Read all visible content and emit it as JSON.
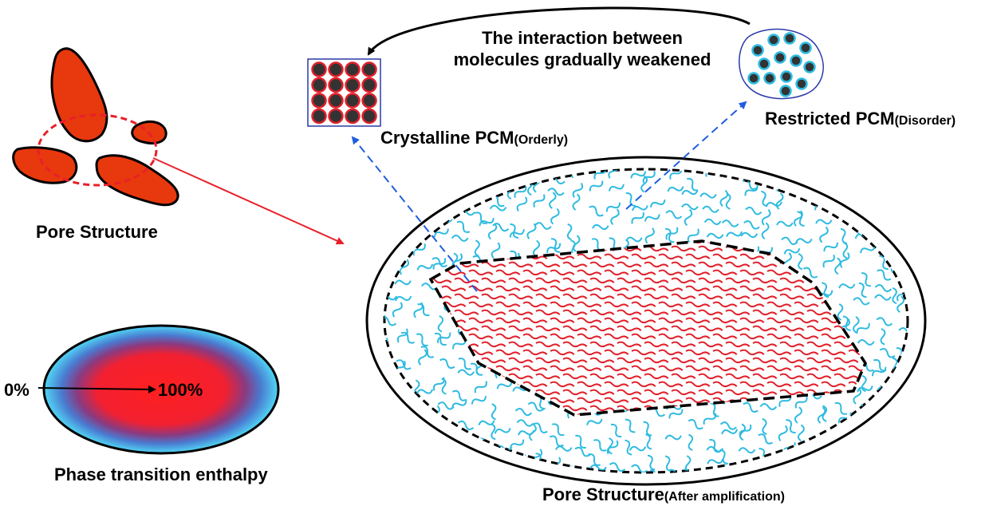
{
  "labels": {
    "pore_structure": "Pore Structure",
    "phase_transition": "Phase transition enthalpy",
    "pct_start": "0%",
    "pct_end": "100%",
    "crystalline_main": "Crystalline PCM",
    "crystalline_sub": "(Orderly)",
    "restricted_main": "Restricted PCM",
    "restricted_sub": "(Disorder)",
    "interaction_line1": "The interaction between",
    "interaction_line2": "molecules gradually weakened",
    "amplified_main": "Pore Structure",
    "amplified_sub": "(After amplification)"
  },
  "colors": {
    "pore_fill": "#e8380d",
    "crystalline_chain": "#e0202a",
    "restricted_chain": "#2ebbe0",
    "molecule_core": "#333333",
    "red_arrow": "#e8202a",
    "blue_arrow": "#1f5ee0",
    "box_border": "#2a3aa8"
  },
  "icons": [
    "pore-fragment-icon",
    "crystal-grid-icon",
    "disorder-blob-icon",
    "gradient-ellipse-icon"
  ]
}
